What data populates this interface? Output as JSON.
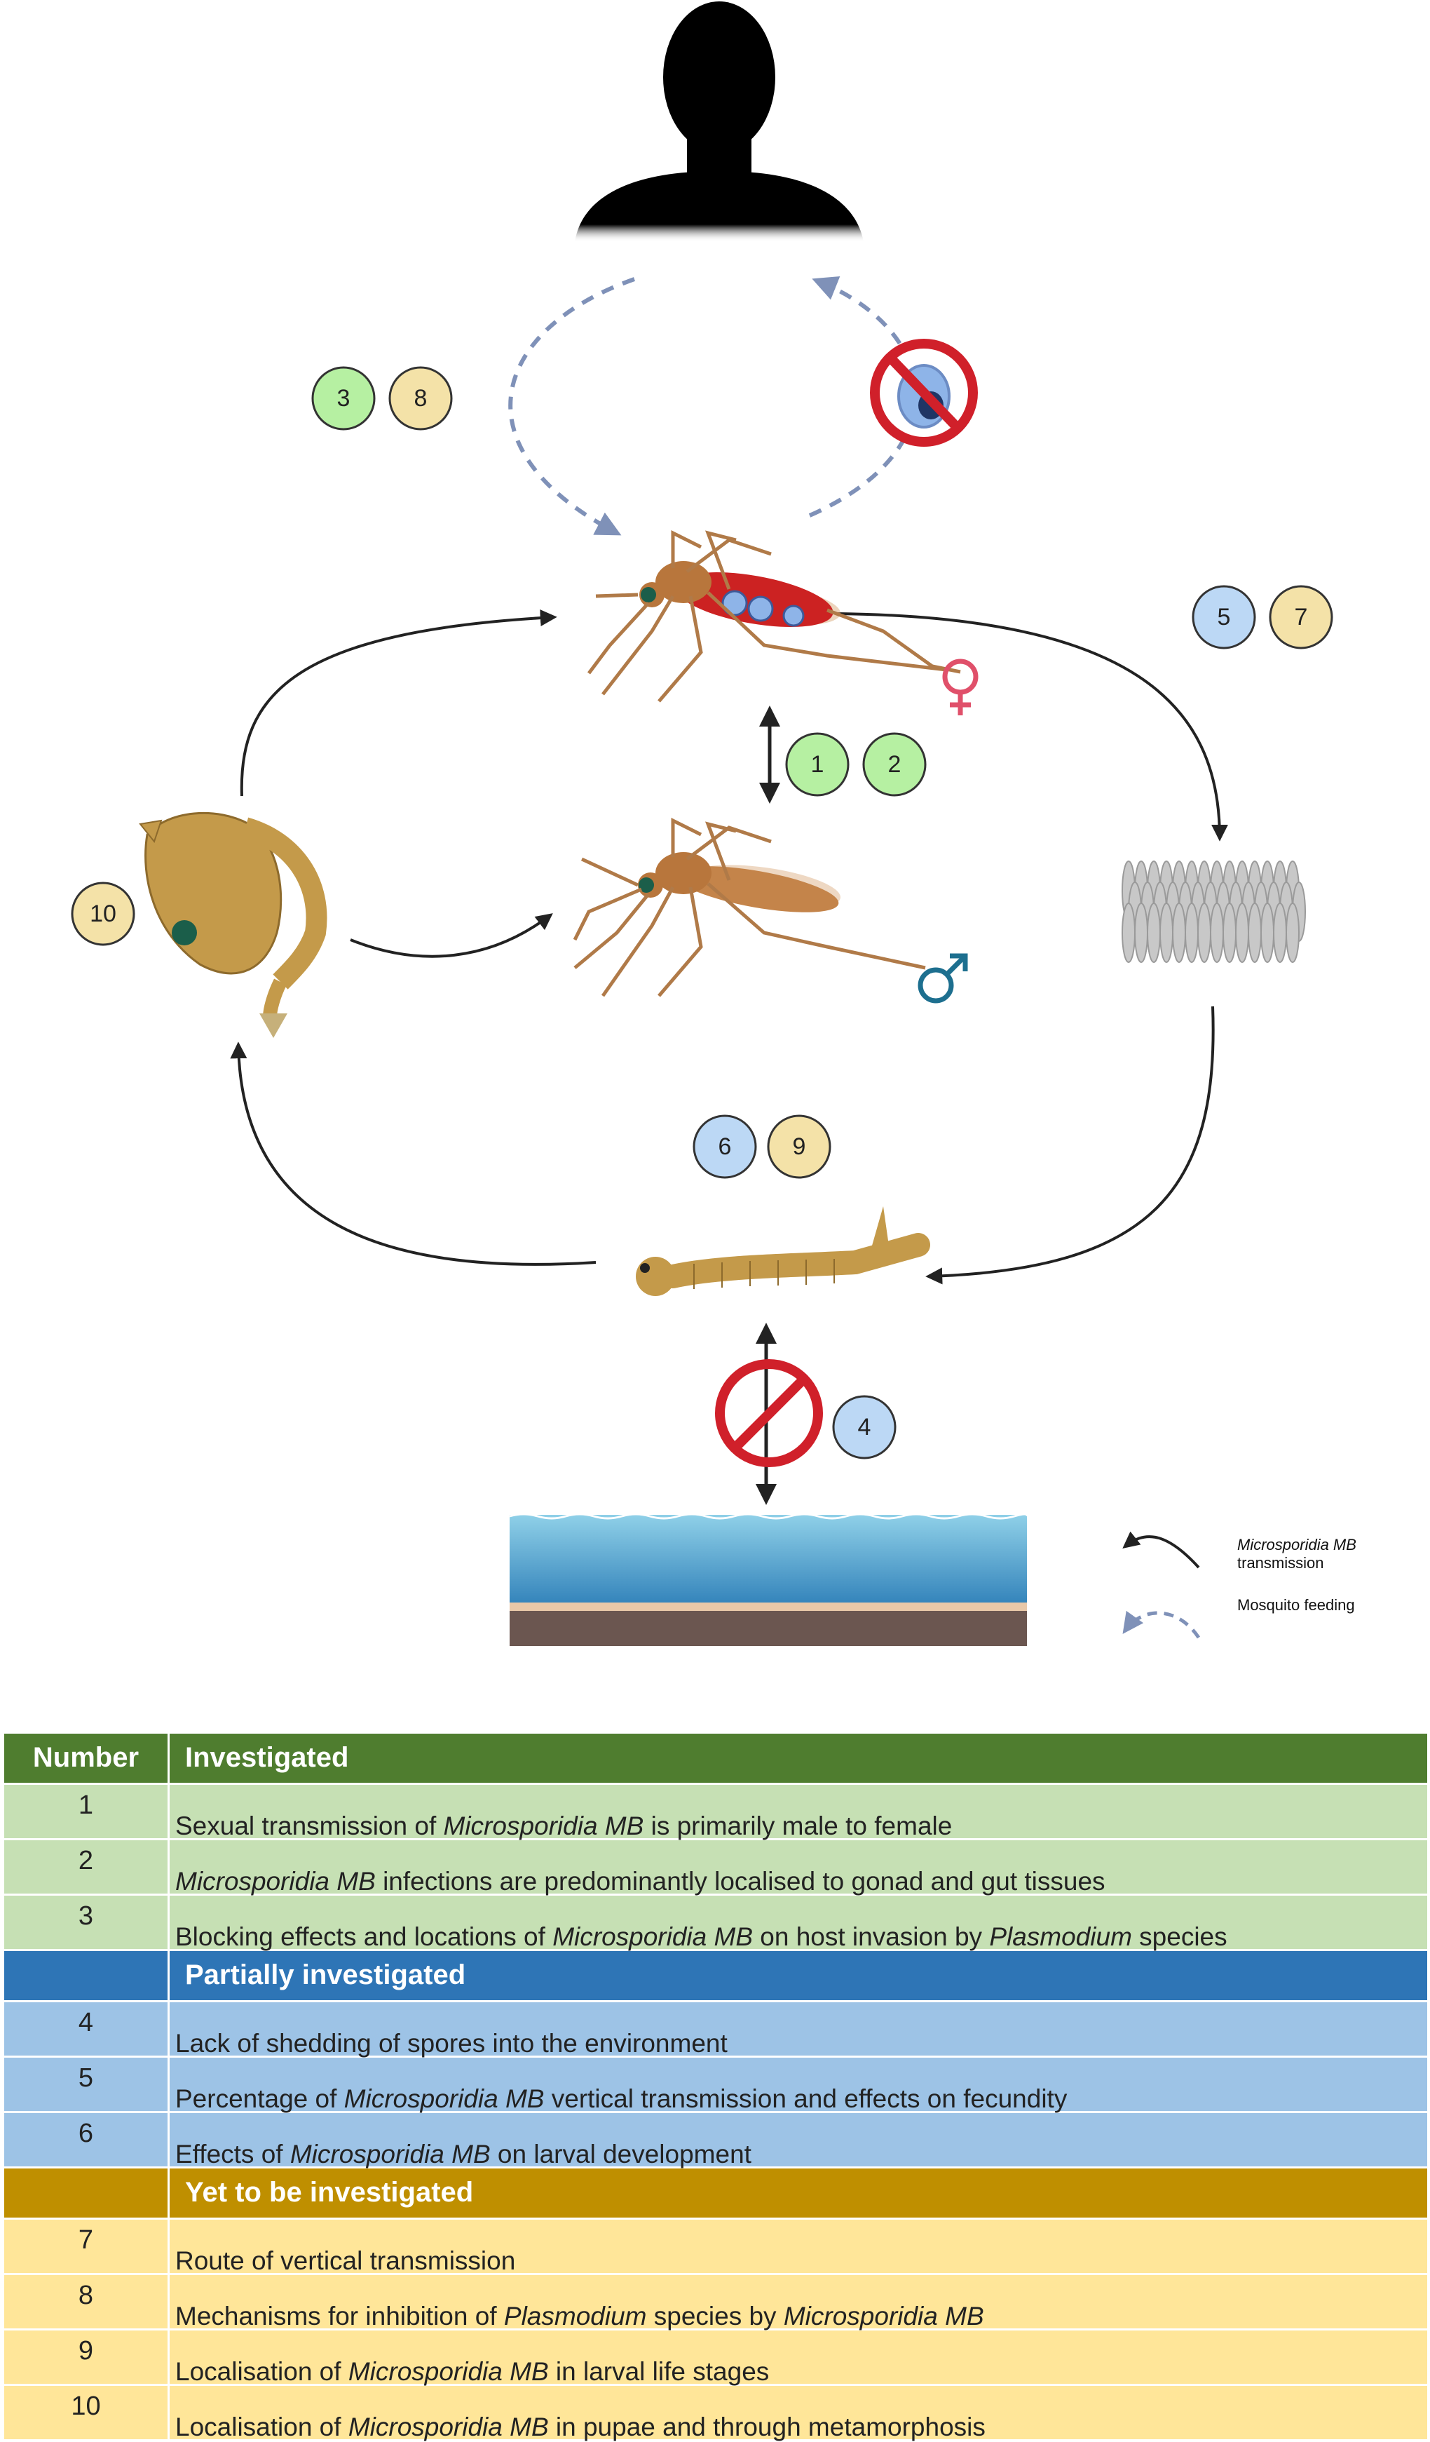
{
  "diagram": {
    "badges": {
      "b1": "1",
      "b2": "2",
      "b3": "3",
      "b4": "4",
      "b5": "5",
      "b6": "6",
      "b7": "7",
      "b8": "8",
      "b9": "9",
      "b10": "10"
    },
    "legend": {
      "transmission_label": "Microsporidia MB",
      "transmission_label_2": "transmission",
      "feeding_label": "Mosquito feeding"
    },
    "colors": {
      "investigated": "#b6f0a2",
      "partially": "#bcd8f5",
      "yet": "#f4e2a8",
      "female_symbol": "#e0506a",
      "male_symbol": "#1d6f8f",
      "prohibit": "#d0202a"
    }
  },
  "table": {
    "header": {
      "number": "Number",
      "investigated": "Investigated"
    },
    "investigated_rows": [
      {
        "num": "1",
        "parts": [
          "Sexual transmission of ",
          "Microsporidia MB",
          " is primarily male to female"
        ]
      },
      {
        "num": "2",
        "parts": [
          "",
          "Microsporidia MB",
          " infections are predominantly localised to gonad and gut tissues"
        ]
      },
      {
        "num": "3",
        "parts": [
          "Blocking effects and locations of ",
          "Microsporidia MB",
          " on host invasion by ",
          "Plasmodium",
          " species"
        ]
      }
    ],
    "partially_label": "Partially investigated",
    "partially_rows": [
      {
        "num": "4",
        "parts": [
          "Lack of shedding of spores into the environment"
        ]
      },
      {
        "num": "5",
        "parts": [
          "Percentage of ",
          "Microsporidia MB",
          " vertical transmission and effects on fecundity"
        ]
      },
      {
        "num": "6",
        "parts": [
          "Effects of ",
          "Microsporidia MB",
          " on larval development"
        ]
      }
    ],
    "yet_label": "Yet to be investigated",
    "yet_rows": [
      {
        "num": "7",
        "parts": [
          "Route of vertical transmission"
        ]
      },
      {
        "num": "8",
        "parts": [
          "Mechanisms for inhibition of ",
          "Plasmodium",
          " species by ",
          "Microsporidia MB"
        ]
      },
      {
        "num": "9",
        "parts": [
          "Localisation of ",
          "Microsporidia MB",
          " in larval life stages"
        ]
      },
      {
        "num": "10",
        "parts": [
          "Localisation of ",
          "Microsporidia MB",
          " in pupae and through metamorphosis"
        ]
      }
    ]
  }
}
